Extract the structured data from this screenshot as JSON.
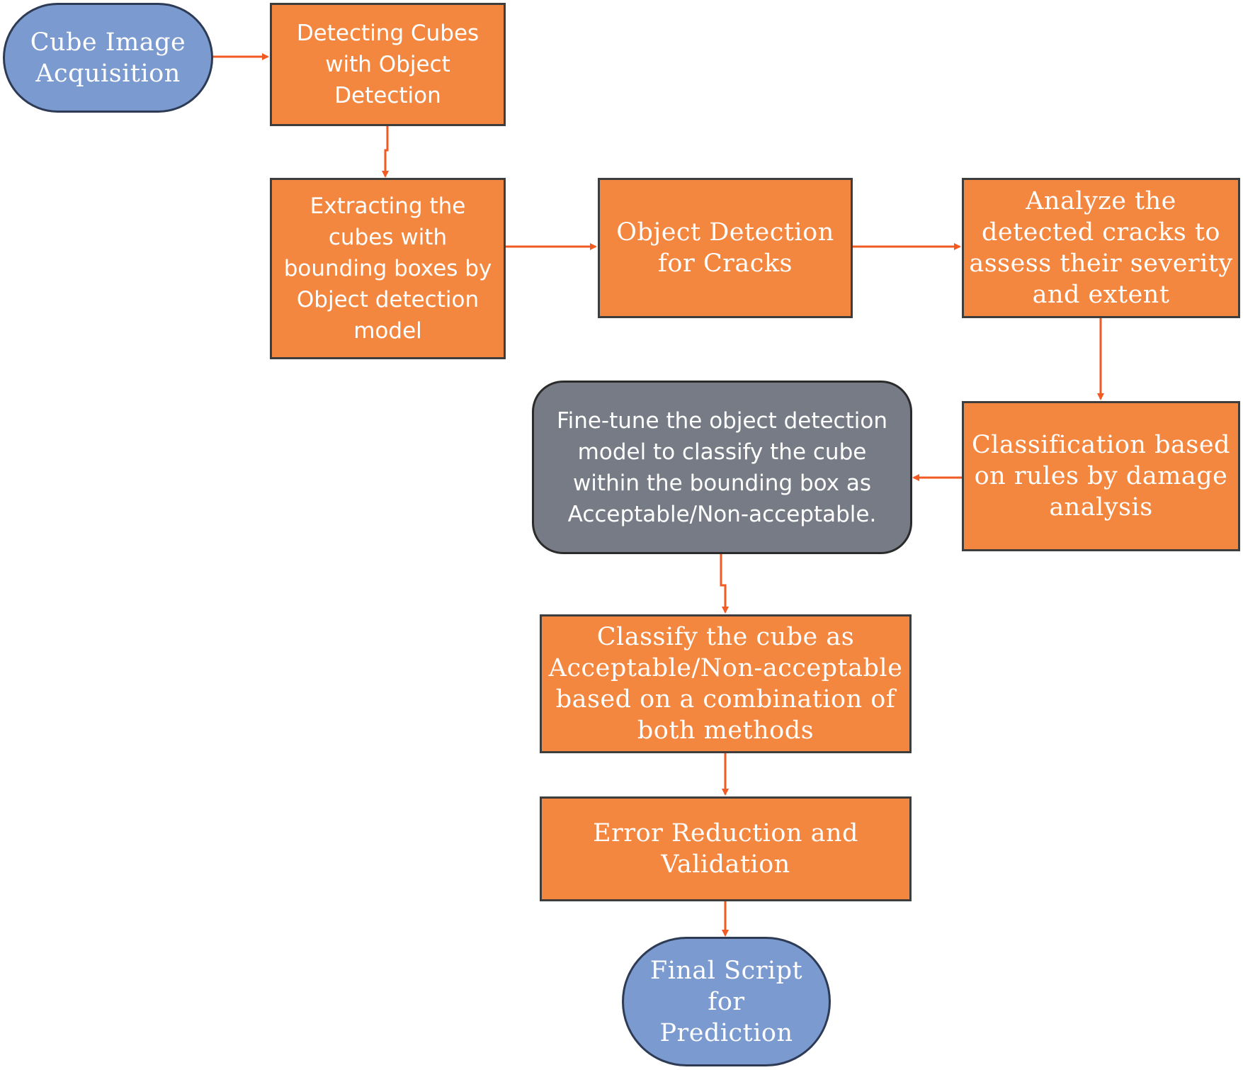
{
  "diagram": {
    "nodes": {
      "acquisition": "Cube Image\nAcquisition",
      "detecting": "Detecting Cubes\nwith Object\nDetection",
      "extracting": "Extracting the\ncubes with\nbounding boxes by\nObject detection\nmodel",
      "crack_detection": "Object Detection\nfor Cracks",
      "analyze": "Analyze the\ndetected cracks to\nassess their severity\nand extent",
      "classification": "Classification based\non rules by damage\nanalysis",
      "finetune": "Fine-tune the object detection\nmodel to classify the cube\nwithin the bounding box as\nAcceptable/Non-acceptable.",
      "combine": "Classify the cube as\nAcceptable/Non-acceptable\nbased on a combination of\nboth methods",
      "error": "Error Reduction and\nValidation",
      "final": "Final Script\nfor\nPrediction"
    },
    "colors": {
      "process": "#F4873F",
      "terminal": "#7B9AD0",
      "model": "#767B85",
      "arrow": "#F15A22"
    }
  }
}
